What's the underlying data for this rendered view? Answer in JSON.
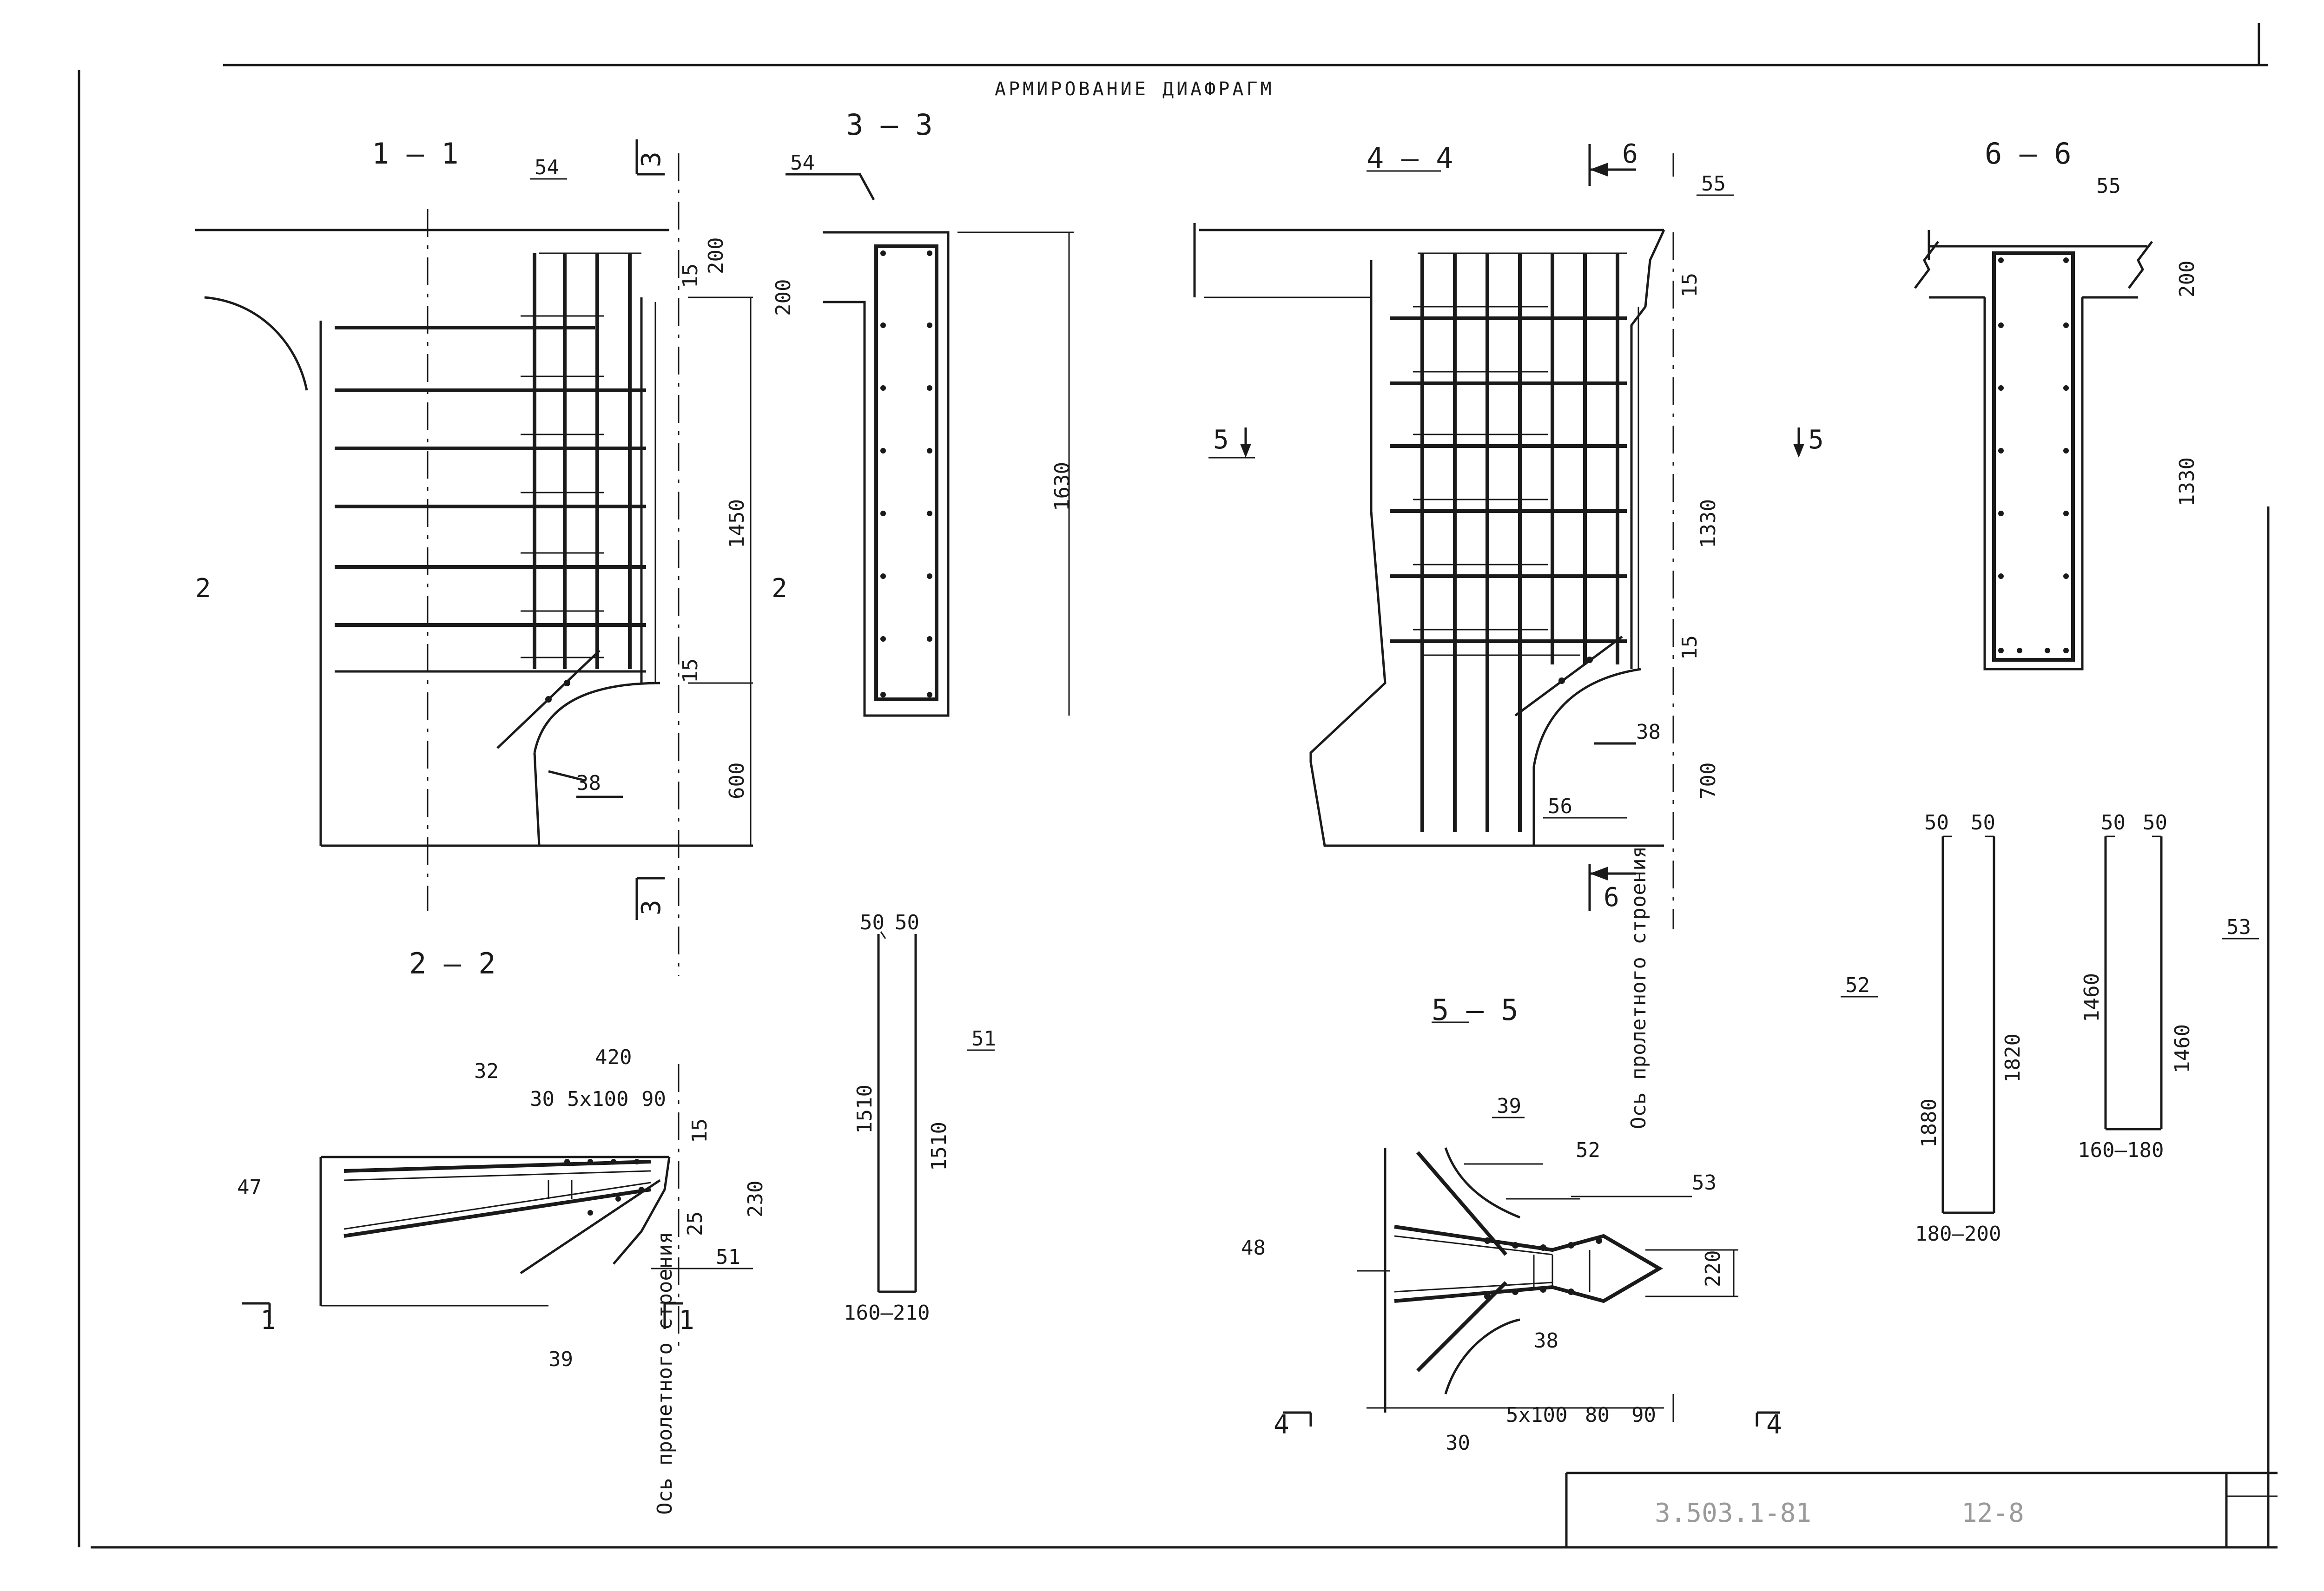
{
  "title": "АРМИРОВАНИЕ ДИАФРАГМ",
  "stamp": {
    "code": "3.503.1-81",
    "sheet": "12-8"
  },
  "sections": {
    "s11": "1 – 1",
    "s22": "2 – 2",
    "s33": "3 – 3",
    "s44": "4 – 4",
    "s55": "5 – 5",
    "s66": "6 – 6"
  },
  "cut_marks": {
    "c3a": "3",
    "c3b": "3",
    "c2a": "2",
    "c2b": "2",
    "c5a": "5",
    "c5b": "5",
    "c6a": "6",
    "c6b": "6",
    "c4a": "4",
    "c4b": "4",
    "c1a": "1",
    "c1b": "1"
  },
  "axis_label": "Ось пролетного строения",
  "positions": {
    "p54a": "54",
    "p54b": "54",
    "p38a": "38",
    "p38b": "38",
    "p38c": "38",
    "p55a": "55",
    "p55b": "55",
    "p56": "56",
    "p51a": "51",
    "p51b": "51",
    "p52a": "52",
    "p52b": "52",
    "p53a": "53",
    "p53b": "53",
    "p47": "47",
    "p48": "48",
    "p32": "32",
    "p39a": "39",
    "p39b": "39"
  },
  "dims": {
    "d200a": "200",
    "d15a": "15",
    "d1450": "1450",
    "d15b": "15",
    "d600": "600",
    "d1630": "1630",
    "d15c": "15",
    "d1330a": "1330",
    "d15d": "15",
    "d700": "700",
    "d200b": "200",
    "d1330b": "1330",
    "d420": "420",
    "d30a": "30",
    "d5x100a": "5x100",
    "d90a": "90",
    "d15e": "15",
    "d25": "25",
    "d230": "230",
    "d220": "220",
    "d30b": "30",
    "d5x100b": "5x100",
    "d80": "80",
    "d90b": "90"
  },
  "bars": {
    "b51": {
      "top_left": "50",
      "top_right": "50",
      "left": "1510",
      "right": "1510",
      "bottom": "160–210"
    },
    "b52": {
      "top_left": "50",
      "top_right": "50",
      "left": "1880",
      "right": "1820",
      "bottom": "180–200"
    },
    "b53": {
      "top_left": "50",
      "top_right": "50",
      "left": "1460",
      "right": "1460",
      "bottom": "160–180"
    }
  }
}
